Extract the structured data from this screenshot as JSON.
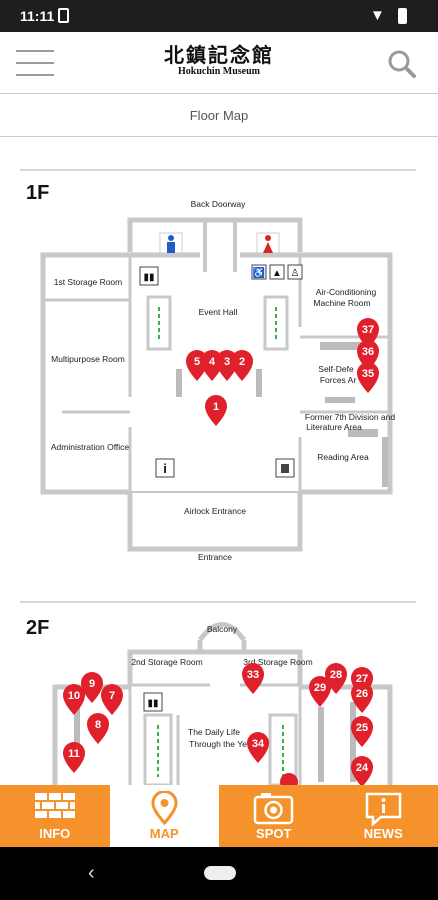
{
  "status_bar": {
    "time": "11:11"
  },
  "header": {
    "title_jp": "北鎮記念館",
    "title_en": "Hokuchin Museum"
  },
  "page": {
    "title": "Floor Map"
  },
  "floors": [
    {
      "label": "1F",
      "rooms": {
        "back_doorway": "Back  Doorway",
        "storage_1": "1st Storage Room",
        "event_hall": "Event  Hall",
        "air_conditioning_1": "Air-Conditioning",
        "air_conditioning_2": "Machine Room",
        "multipurpose": "Multipurpose Room",
        "self_defense_1": "Self-Defe",
        "self_defense_2": "Forces Ar",
        "former_division_1": "Former 7th Division and",
        "former_division_2": "Literature Area",
        "reading": "Reading Area",
        "administration": "Administration Office",
        "airlock": "Airlock Entrance",
        "entrance": "Entrance"
      },
      "pins": [
        "5",
        "4",
        "3",
        "2",
        "1",
        "37",
        "36",
        "35"
      ]
    },
    {
      "label": "2F",
      "rooms": {
        "balcony": "Balcony",
        "storage_2": "2nd Storage Room",
        "storage_3": "3rd Storage Room",
        "daily_life_1": "The Daily Life",
        "daily_life_2": "Through the Ye"
      },
      "pins": [
        "9",
        "10",
        "7",
        "8",
        "11",
        "33",
        "29",
        "28",
        "27",
        "26",
        "25",
        "34",
        "24"
      ]
    }
  ],
  "tabs": [
    {
      "label": "INFO",
      "icon": "brick-wall-icon"
    },
    {
      "label": "MAP",
      "icon": "map-pin-icon"
    },
    {
      "label": "SPOT",
      "icon": "camera-icon"
    },
    {
      "label": "NEWS",
      "icon": "info-bubble-icon"
    }
  ],
  "colors": {
    "accent": "#f5922b",
    "pin": "#e0202a",
    "wall": "#c8c8c8",
    "stairs": "#3cb043"
  }
}
